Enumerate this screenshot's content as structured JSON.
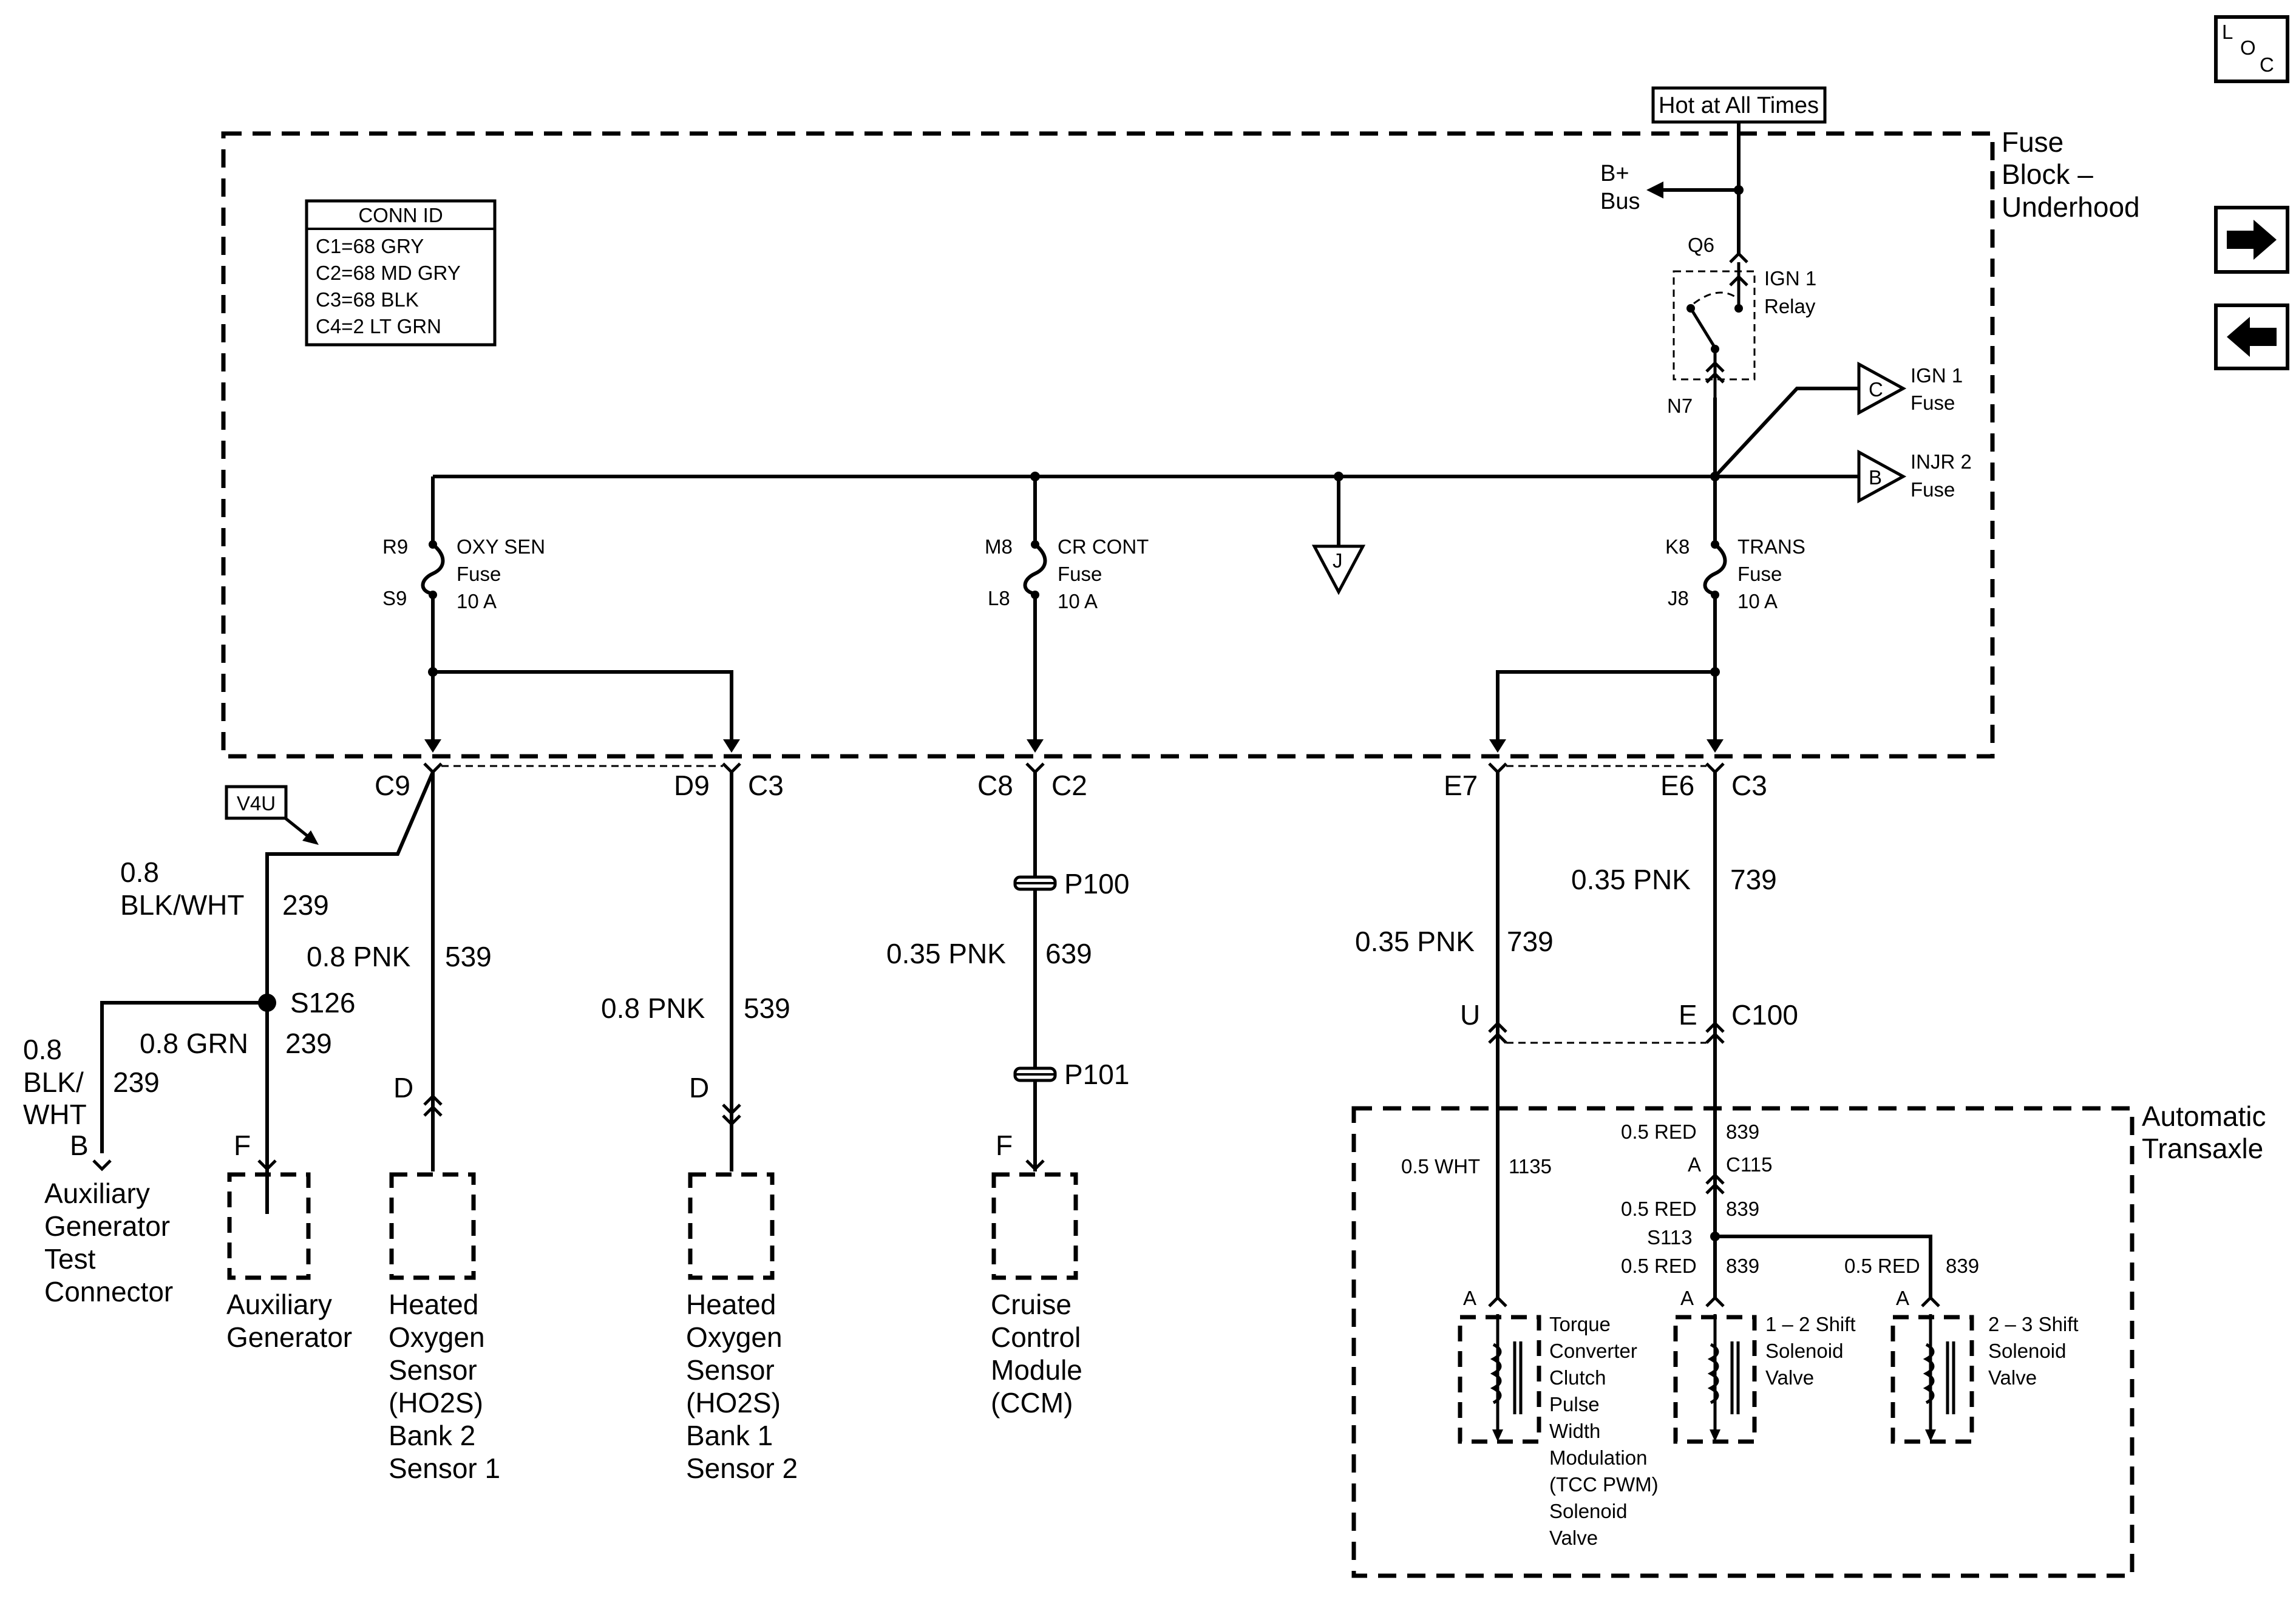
{
  "nav": {
    "loc": {
      "l": "L",
      "o": "O",
      "c": "C"
    },
    "next_icon": "arrow-right-icon",
    "prev_icon": "arrow-left-icon"
  },
  "fuse_block": {
    "title_line1": "Fuse",
    "title_line2": "Block –",
    "title_line3": "Underhood",
    "hot_label": "Hot at All Times",
    "bplus_line1": "B+",
    "bplus_line2": "Bus",
    "conn_id": {
      "header": "CONN ID",
      "rows": [
        "C1=68 GRY",
        "C2=68 MD GRY",
        "C3=68 BLK",
        "C4=2 LT GRN"
      ]
    },
    "relay": {
      "pin_top": "Q6",
      "pin_bottom": "N7",
      "line1": "IGN 1",
      "line2": "Relay"
    },
    "offpage": [
      {
        "letter": "C",
        "line1": "IGN 1",
        "line2": "Fuse"
      },
      {
        "letter": "B",
        "line1": "INJR 2",
        "line2": "Fuse"
      },
      {
        "letter": "J"
      }
    ],
    "fuses": [
      {
        "pin_in": "R9",
        "pin_out": "S9",
        "line1": "OXY SEN",
        "line2": "Fuse",
        "line3": "10 A"
      },
      {
        "pin_in": "M8",
        "pin_out": "L8",
        "line1": "CR CONT",
        "line2": "Fuse",
        "line3": "10 A"
      },
      {
        "pin_in": "K8",
        "pin_out": "J8",
        "line1": "TRANS",
        "line2": "Fuse",
        "line3": "10 A"
      }
    ],
    "connectors": {
      "c9": "C9",
      "d9": "D9",
      "c3a": "C3",
      "c8": "C8",
      "c2": "C2",
      "e7": "E7",
      "e6": "E6",
      "c3b": "C3"
    }
  },
  "wiring": {
    "v4u": "V4U",
    "blkwht_gauge": "0.8",
    "blkwht_color": "BLK/WHT",
    "blkwht_circuit": "239",
    "s126": "S126",
    "grn_gauge_color": "0.8 GRN",
    "grn_circuit": "239",
    "left_gauge": "0.8",
    "left_color1": "BLK/",
    "left_color2": "WHT",
    "left_circuit": "239",
    "left_pin": "B",
    "aux_pin": "F",
    "pnk1_gauge_color": "0.8 PNK",
    "pnk1_circuit": "539",
    "pnk1_pin": "D",
    "pnk2_gauge_color": "0.8 PNK",
    "pnk2_circuit": "539",
    "pnk2_pin": "D",
    "p100": "P100",
    "p101": "P101",
    "cr_gauge_color": "0.35 PNK",
    "cr_circuit": "639",
    "ccm_pin": "F",
    "trans1_gauge_color": "0.35 PNK",
    "trans1_circuit": "739",
    "trans2_gauge_color": "0.35 PNK",
    "trans2_circuit": "739",
    "c100_pin_u": "U",
    "c100_pin_e": "E",
    "c100": "C100"
  },
  "components": {
    "aux_test": [
      "Auxiliary",
      "Generator",
      "Test",
      "Connector"
    ],
    "aux_gen": [
      "Auxiliary",
      "Generator"
    ],
    "ho2s_b2s1": [
      "Heated",
      "Oxygen",
      "Sensor",
      "(HO2S)",
      "Bank 2",
      "Sensor 1"
    ],
    "ho2s_b1s2": [
      "Heated",
      "Oxygen",
      "Sensor",
      "(HO2S)",
      "Bank 1",
      "Sensor 2"
    ],
    "ccm": [
      "Cruise",
      "Control",
      "Module",
      "(CCM)"
    ]
  },
  "transaxle": {
    "title_line1": "Automatic",
    "title_line2": "Transaxle",
    "wht": "0.5 WHT",
    "wht_circuit": "1135",
    "red_top": "0.5 RED",
    "red_top_circuit": "839",
    "c115_pin": "A",
    "c115": "C115",
    "red_mid": "0.5 RED",
    "red_mid_circuit": "839",
    "s113": "S113",
    "red_low1": "0.5 RED",
    "red_low1_circuit": "839",
    "red_low2": "0.5 RED",
    "red_low2_circuit": "839",
    "pin_a1": "A",
    "pin_a2": "A",
    "pin_a3": "A",
    "tcc": [
      "Torque",
      "Converter",
      "Clutch",
      "Pulse",
      "Width",
      "Modulation",
      "(TCC PWM)",
      "Solenoid",
      "Valve"
    ],
    "shift12": [
      "1 – 2 Shift",
      "Solenoid",
      "Valve"
    ],
    "shift23": [
      "2 – 3 Shift",
      "Solenoid",
      "Valve"
    ]
  }
}
